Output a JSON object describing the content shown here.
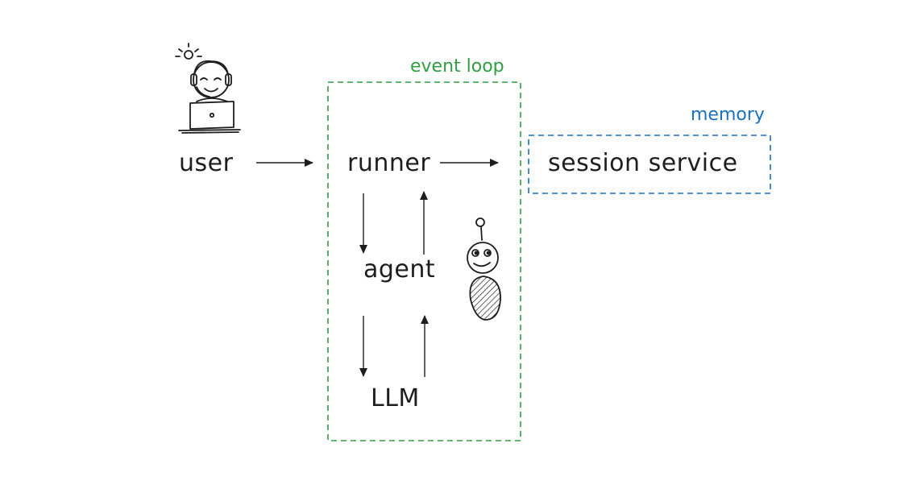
{
  "groups": {
    "event_loop": {
      "title": "event loop",
      "color": "#2f9e44"
    },
    "memory": {
      "title": "memory",
      "color": "#1971c2"
    }
  },
  "nodes": {
    "user": "user",
    "runner": "runner",
    "agent": "agent",
    "llm": "LLM",
    "session_service": "session service"
  },
  "icons": {
    "user": "user-at-laptop-icon",
    "agent": "robot-icon"
  },
  "stroke_color": "#1e1e1e"
}
